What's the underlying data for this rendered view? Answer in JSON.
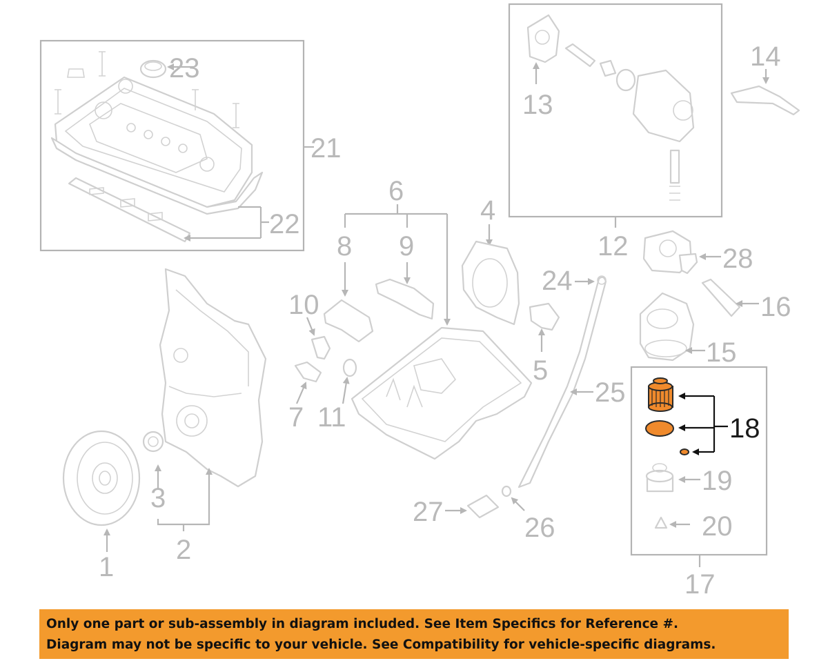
{
  "diagram": {
    "callouts": {
      "c1": "1",
      "c2": "2",
      "c3": "3",
      "c4": "4",
      "c5": "5",
      "c6": "6",
      "c7": "7",
      "c8": "8",
      "c9": "9",
      "c10": "10",
      "c11": "11",
      "c12": "12",
      "c13": "13",
      "c14": "14",
      "c15": "15",
      "c16": "16",
      "c17": "17",
      "c18": "18",
      "c19": "19",
      "c20": "20",
      "c21": "21",
      "c22": "22",
      "c23": "23",
      "c24": "24",
      "c25": "25",
      "c26": "26",
      "c27": "27",
      "c28": "28"
    },
    "highlight_color": "#f08a2c"
  },
  "footer": {
    "line1": "Only one part or sub-assembly in diagram included. See Item Specifics for Reference #.",
    "line2": "Diagram may not be specific to your vehicle. See Compatibility for vehicle-specific diagrams.",
    "background": "#f39a2d"
  }
}
